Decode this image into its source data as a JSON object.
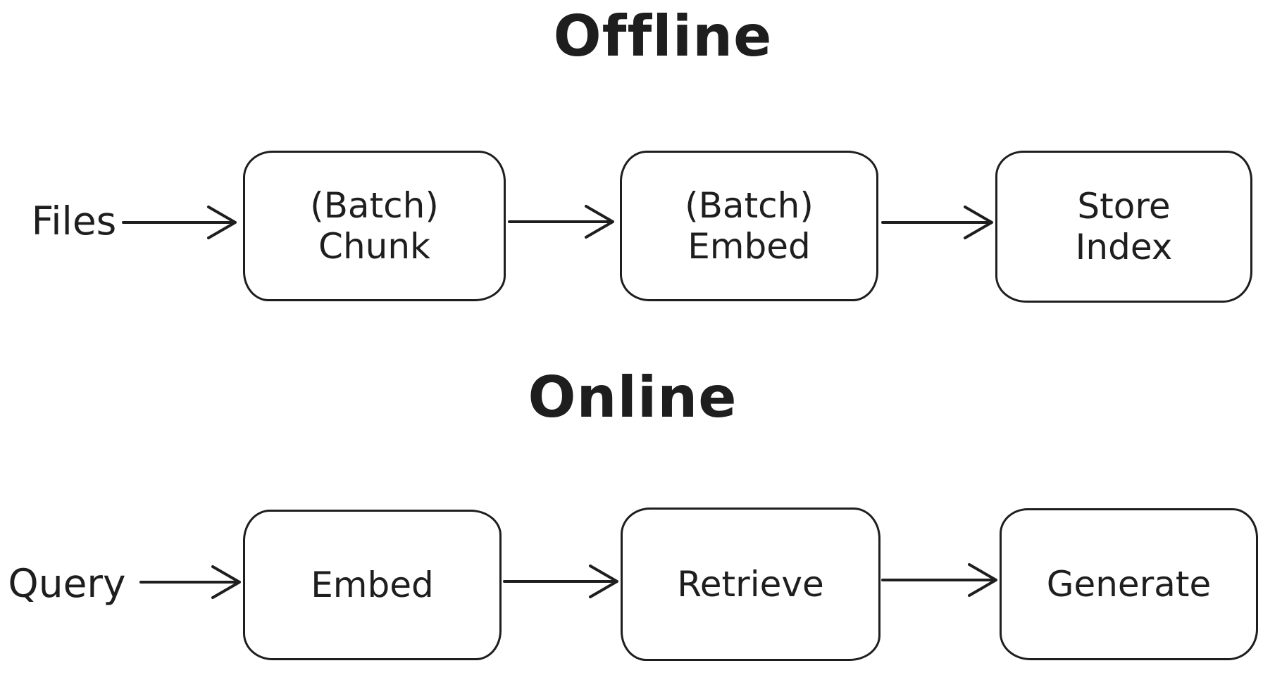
{
  "colors": {
    "stroke": "#1e1e1e",
    "background": "#ffffff"
  },
  "sections": [
    {
      "title": "Offline",
      "input_label": "Files",
      "nodes": [
        {
          "line1": "(Batch)",
          "line2": "Chunk"
        },
        {
          "line1": "(Batch)",
          "line2": "Embed"
        },
        {
          "line1": "Store",
          "line2": "Index"
        }
      ]
    },
    {
      "title": "Online",
      "input_label": "Query",
      "nodes": [
        {
          "line1": "Embed"
        },
        {
          "line1": "Retrieve"
        },
        {
          "line1": "Generate"
        }
      ]
    }
  ]
}
